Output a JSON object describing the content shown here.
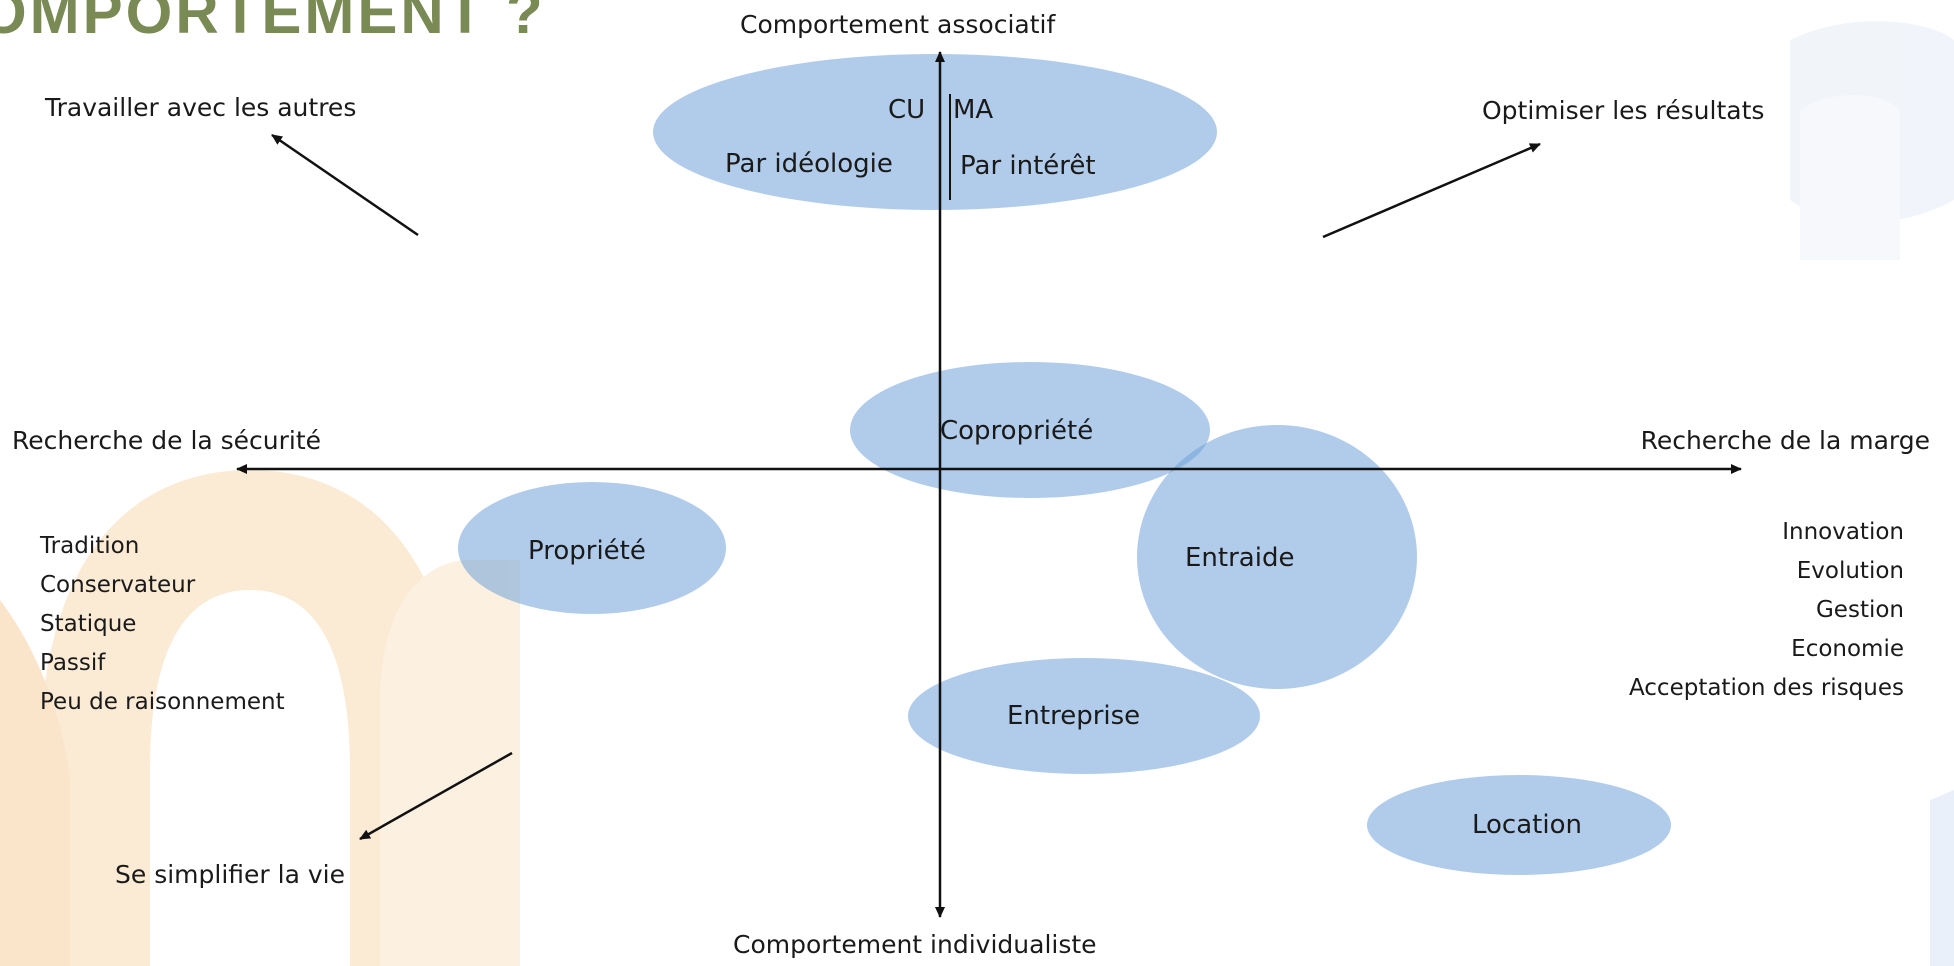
{
  "title": "OMPORTEMENT  ?",
  "axes": {
    "top": "Comportement associatif",
    "bottom": "Comportement individualiste",
    "left": "Recherche de la sécurité",
    "right": "Recherche de la marge"
  },
  "corners": {
    "top_left": "Travailler avec les autres",
    "top_right": "Optimiser les résultats",
    "bottom_left": "Se simplifier la vie"
  },
  "left_traits": [
    "Tradition",
    "Conservateur",
    "Statique",
    "Passif",
    "Peu de raisonnement"
  ],
  "right_traits": [
    "Innovation",
    "Evolution",
    "Gestion",
    "Economie",
    "Acceptation des risques"
  ],
  "ellipses": {
    "cuma": {
      "label_left": "CU",
      "label_right": "MA",
      "sub_left": "Par idéologie",
      "sub_right": "Par intérêt"
    },
    "copropriete": "Copropriété",
    "propriete": "Propriété",
    "entraide": "Entraide",
    "entreprise": "Entreprise",
    "location": "Location"
  },
  "colors": {
    "ellipse_fill": "#6fa3d8",
    "title": "#7a8a55",
    "watermark_orange": "#f0b060",
    "watermark_blue": "#dfe8f5"
  }
}
